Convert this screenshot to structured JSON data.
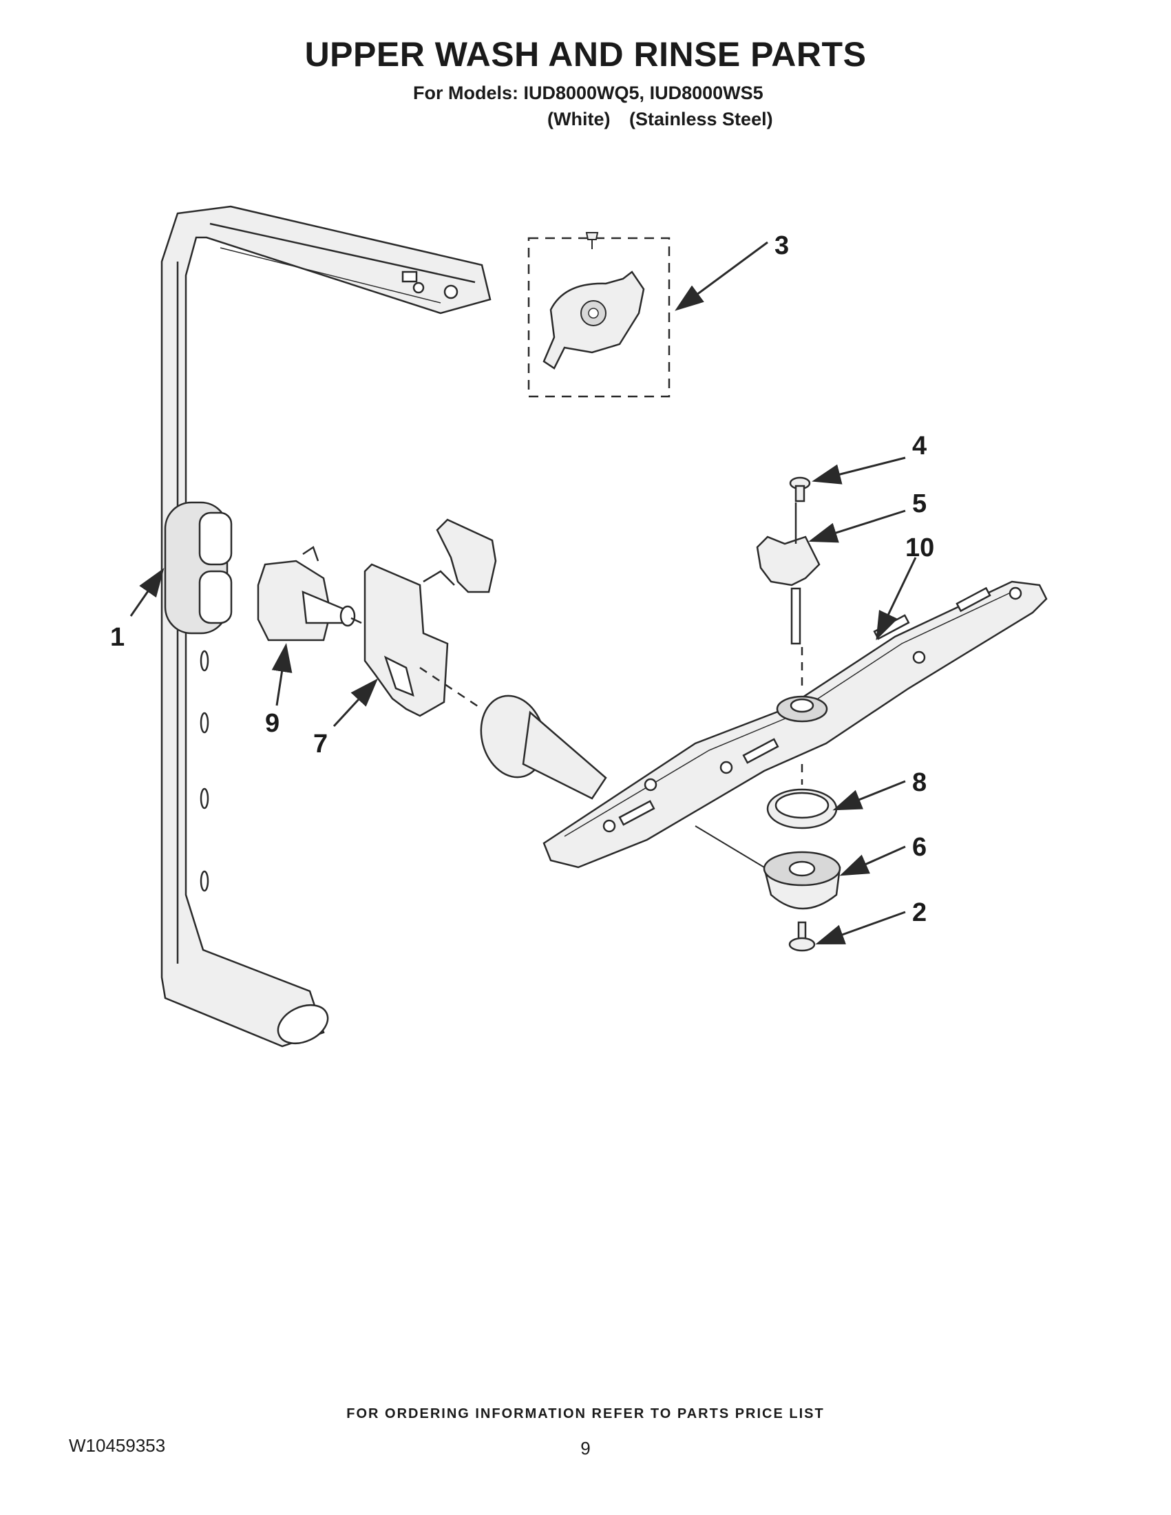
{
  "header": {
    "title": "UPPER WASH AND RINSE PARTS",
    "models_line": "For Models: IUD8000WQ5, IUD8000WS5",
    "variant_white": "(White)",
    "variant_steel": "(Stainless Steel)"
  },
  "callouts": {
    "c1": "1",
    "c2": "2",
    "c3": "3",
    "c4": "4",
    "c5": "5",
    "c6": "6",
    "c7": "7",
    "c8": "8",
    "c9": "9",
    "c10": "10"
  },
  "footer": {
    "ordering_note": "FOR ORDERING INFORMATION REFER TO PARTS PRICE LIST",
    "doc_number": "W10459353",
    "page_number": "9"
  },
  "colors": {
    "line": "#2a2a2a",
    "part_fill": "#efefef",
    "shade": "#cfcfcf"
  }
}
